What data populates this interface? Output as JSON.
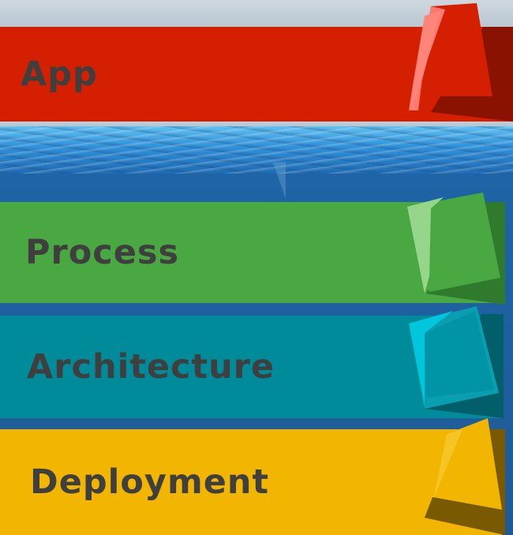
{
  "layers": [
    {
      "key": "app",
      "label": "App",
      "color": "#d41f00"
    },
    {
      "key": "process",
      "label": "Process",
      "color": "#4aa843"
    },
    {
      "key": "architecture",
      "label": "Architecture",
      "color": "#008b9a"
    },
    {
      "key": "deployment",
      "label": "Deployment",
      "color": "#f2b600"
    }
  ],
  "background": {
    "sky_color": "#cfd8df",
    "ocean_color": "#1f5a96"
  }
}
